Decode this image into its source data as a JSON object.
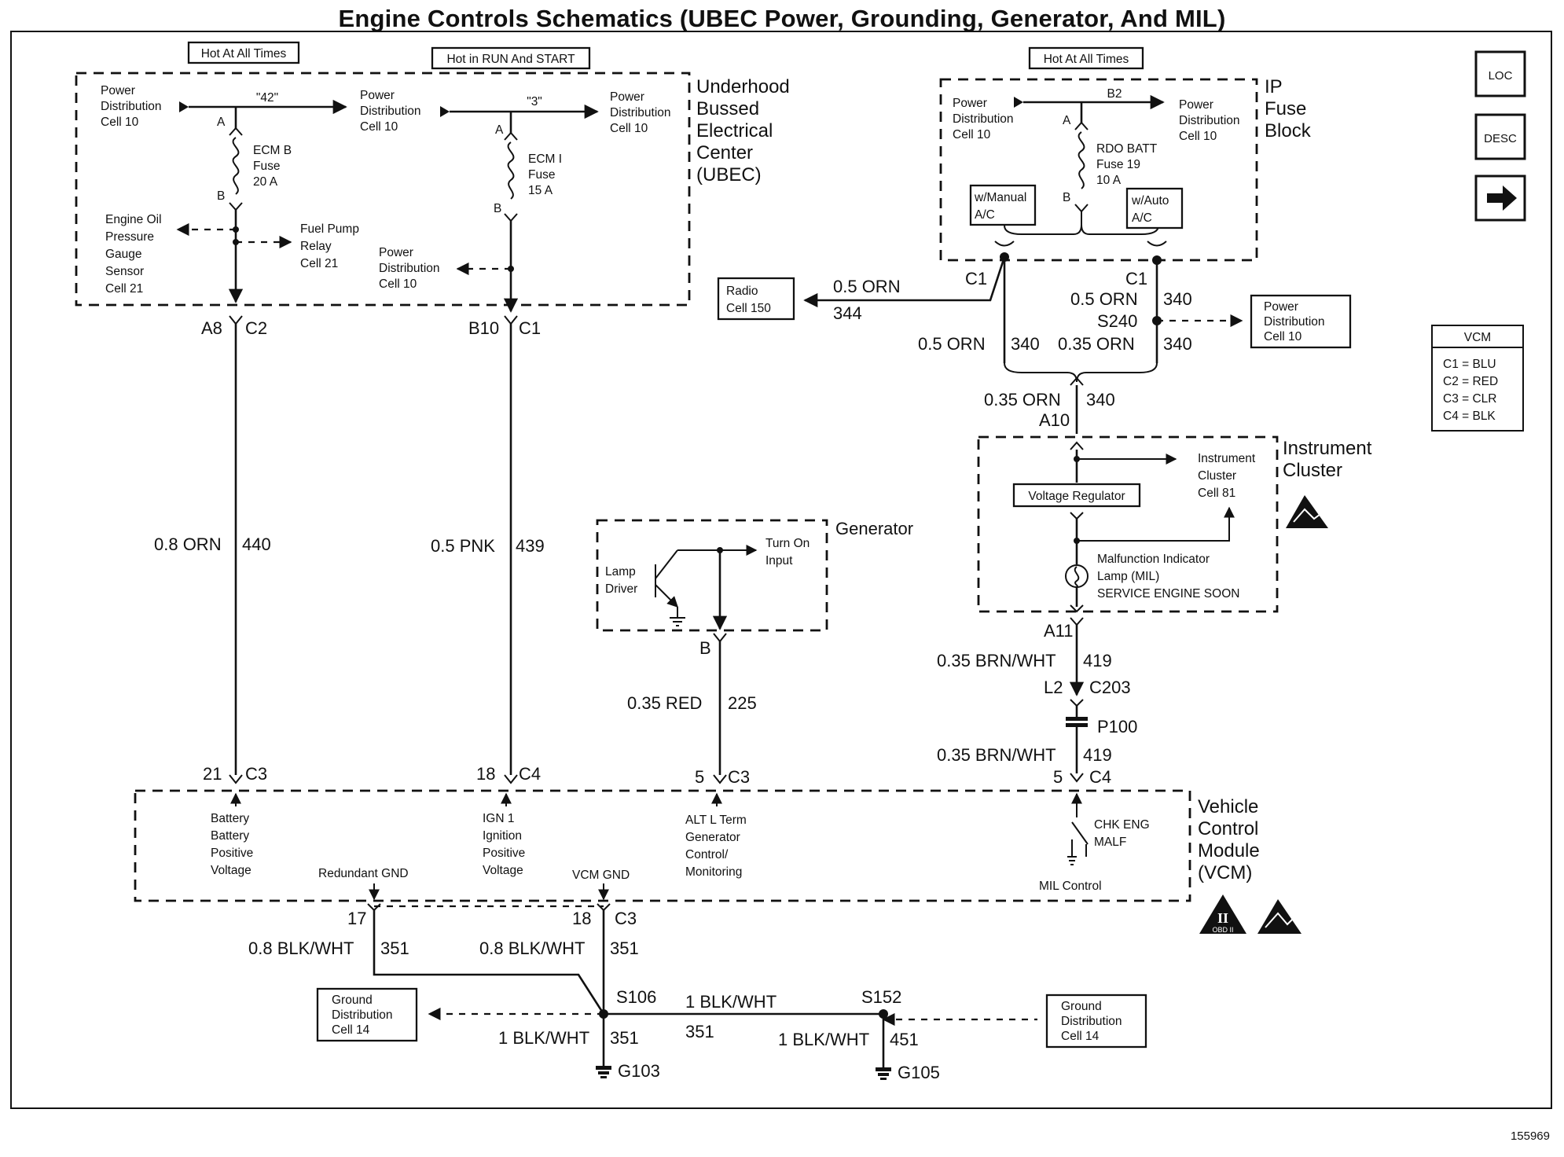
{
  "title": "Engine Controls Schematics (UBEC Power, Grounding, Generator, And MIL)",
  "figure_id": "155969",
  "nav_icons": {
    "loc": "LOC",
    "desc": "DESC",
    "next": "arrow-right-icon"
  },
  "ubec": {
    "hot_always": "Hot At All Times",
    "hot_run": "Hot in RUN And START",
    "label": [
      "Underhood",
      "Bussed",
      "Electrical",
      "Center",
      "(UBEC)"
    ],
    "pd_left": [
      "Power",
      "Distribution",
      "Cell 10"
    ],
    "pd_mid": [
      "Power",
      "Distribution",
      "Cell 10"
    ],
    "pd_right": [
      "Power",
      "Distribution",
      "Cell 10"
    ],
    "bus_42": "\"42\"",
    "bus_3": "\"3\"",
    "fuse1": [
      "ECM B",
      "Fuse",
      "20 A"
    ],
    "fuse2": [
      "ECM I",
      "Fuse",
      "15 A"
    ],
    "pin_a": "A",
    "pin_b": "B",
    "oil": [
      "Engine Oil",
      "Pressure",
      "Gauge",
      "Sensor",
      "Cell 21"
    ],
    "fuel": [
      "Fuel Pump",
      "Relay",
      "Cell 21"
    ],
    "pd_bottom": [
      "Power",
      "Distribution",
      "Cell 10"
    ]
  },
  "ip_fuse": {
    "hot_always": "Hot At All Times",
    "label": [
      "IP",
      "Fuse",
      "Block"
    ],
    "pd_left": [
      "Power",
      "Distribution",
      "Cell 10"
    ],
    "pd_right": [
      "Power",
      "Distribution",
      "Cell 10"
    ],
    "bus": "B2",
    "fuse": [
      "RDO BATT",
      "Fuse 19",
      "10 A"
    ],
    "manual": [
      "w/Manual",
      "A/C"
    ],
    "auto": [
      "w/Auto",
      "A/C"
    ]
  },
  "vcm_legend": {
    "header": "VCM",
    "rows": [
      "C1 = BLU",
      "C2 = RED",
      "C3 = CLR",
      "C4 = BLK"
    ]
  },
  "wires": {
    "a8": "A8",
    "c2": "C2",
    "b10": "B10",
    "c1": "C1",
    "w440_color": "0.8 ORN",
    "w440_num": "440",
    "w439_color": "0.5 PNK",
    "w439_num": "439",
    "w225_color": "0.35 RED",
    "w225_num": "225",
    "radio": [
      "Radio",
      "Cell 150"
    ],
    "w344_color": "0.5 ORN",
    "w344_num": "344",
    "c1_left": "C1",
    "c1_right": "C1",
    "w340a_color": "0.5 ORN",
    "w340a_num": "340",
    "s240": "S240",
    "pd_s240": [
      "Power",
      "Distribution",
      "Cell 10"
    ],
    "w340b_color": "0.5 ORN",
    "w340b_num": "340",
    "w340c_color": "0.35 ORN",
    "w340c_num": "340",
    "w340d_color": "0.35 ORN",
    "w340d_num": "340",
    "a10": "A10",
    "a11": "A11",
    "w419a_color": "0.35 BRN/WHT",
    "w419a_num": "419",
    "l2": "L2",
    "c203": "C203",
    "p100": "P100",
    "w419b_color": "0.35 BRN/WHT",
    "w419b_num": "419"
  },
  "cluster": {
    "label": [
      "Instrument",
      "Cluster"
    ],
    "regulator": "Voltage Regulator",
    "ic_cell": [
      "Instrument",
      "Cluster",
      "Cell 81"
    ],
    "mil": [
      "Malfunction Indicator",
      "Lamp (MIL)",
      "SERVICE ENGINE SOON"
    ]
  },
  "generator": {
    "label": "Generator",
    "lamp": [
      "Lamp",
      "Driver"
    ],
    "turn_on": [
      "Turn On",
      "Input"
    ],
    "pin_b": "B"
  },
  "vcm": {
    "label": [
      "Vehicle",
      "Control",
      "Module",
      "(VCM)"
    ],
    "p21": "21",
    "c3a": "C3",
    "p18": "18",
    "c4a": "C4",
    "p5": "5",
    "c3b": "C3",
    "p5b": "5",
    "c4b": "C4",
    "batt": [
      "Battery",
      "Battery",
      "Positive",
      "Voltage"
    ],
    "ign": [
      "IGN 1",
      "Ignition",
      "Positive",
      "Voltage"
    ],
    "alt": [
      "ALT L Term",
      "Generator",
      "Control/",
      "Monitoring"
    ],
    "chk": [
      "CHK ENG",
      "MALF"
    ],
    "mil_control": "MIL Control",
    "red_gnd": "Redundant GND",
    "vcm_gnd": "VCM GND",
    "obd": "OBD II"
  },
  "ground": {
    "p17": "17",
    "p18": "18",
    "c3": "C3",
    "w351a_color": "0.8 BLK/WHT",
    "w351a_num": "351",
    "w351b_color": "0.8 BLK/WHT",
    "w351b_num": "351",
    "s106": "S106",
    "gd_left": [
      "Ground",
      "Distribution",
      "Cell 14"
    ],
    "w351c_color": "1 BLK/WHT",
    "w351c_num": "351",
    "w351d_color": "1 BLK/WHT",
    "w351d_num": "351",
    "g103": "G103",
    "s152": "S152",
    "w451_color": "1 BLK/WHT",
    "w451_num": "451",
    "g105": "G105",
    "gd_right": [
      "Ground",
      "Distribution",
      "Cell 14"
    ]
  }
}
